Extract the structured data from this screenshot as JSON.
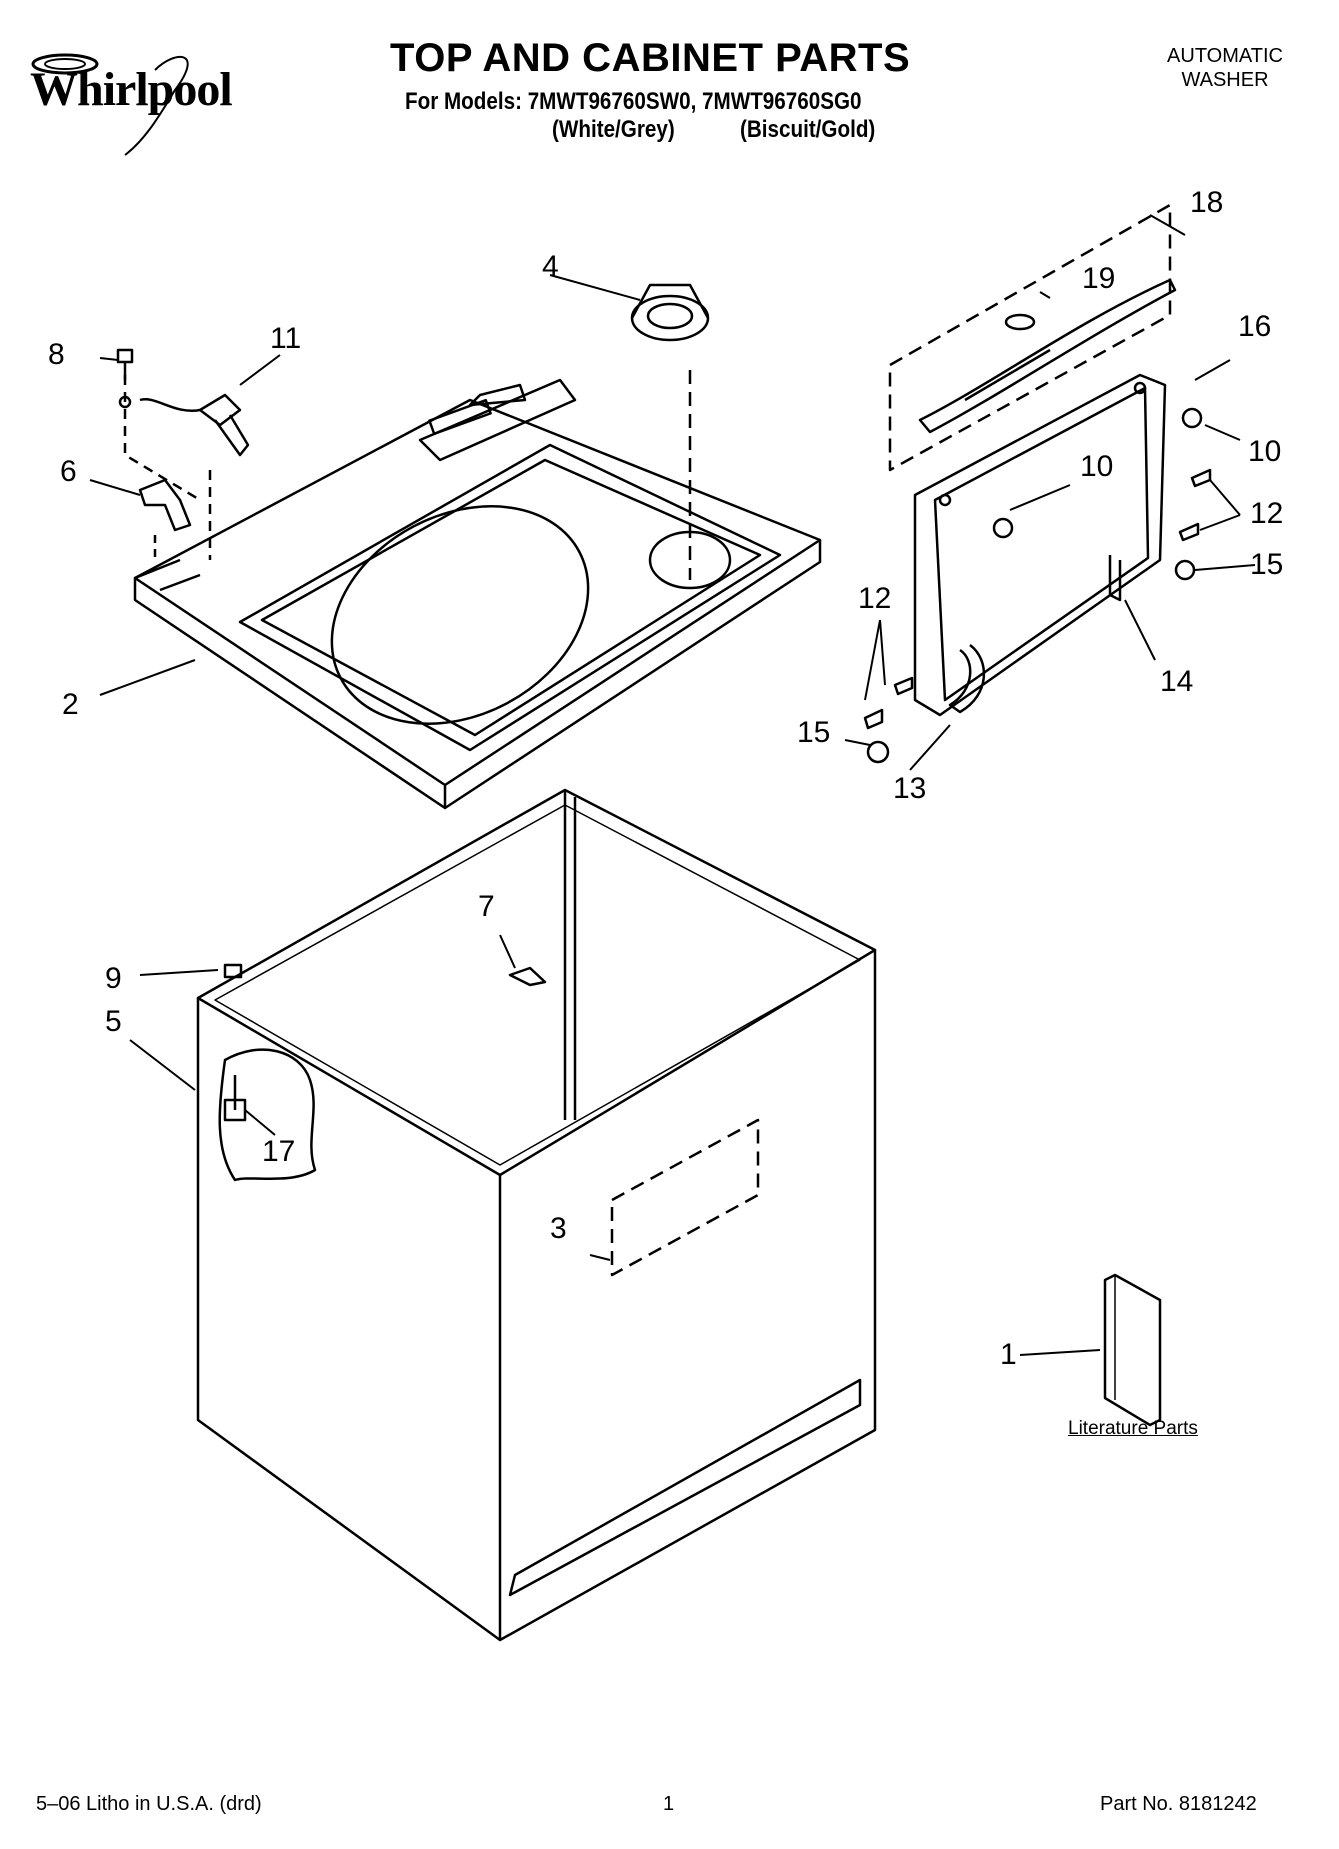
{
  "header": {
    "brand": "Whirlpool",
    "title": "TOP AND CABINET PARTS",
    "models": "For Models: 7MWT96760SW0, 7MWT96760SG0",
    "color_1": "(White/Grey)",
    "color_2": "(Biscuit/Gold)",
    "appliance_line1": "AUTOMATIC",
    "appliance_line2": "WASHER"
  },
  "callouts": [
    "1",
    "2",
    "3",
    "4",
    "5",
    "6",
    "7",
    "8",
    "9",
    "10",
    "10",
    "11",
    "12",
    "12",
    "13",
    "14",
    "15",
    "15",
    "16",
    "17",
    "18",
    "19"
  ],
  "literature_label": "Literature Parts",
  "footer": {
    "left": "5–06 Litho in U.S.A. (drd)",
    "center": "1",
    "right": "Part No. 8181242"
  }
}
